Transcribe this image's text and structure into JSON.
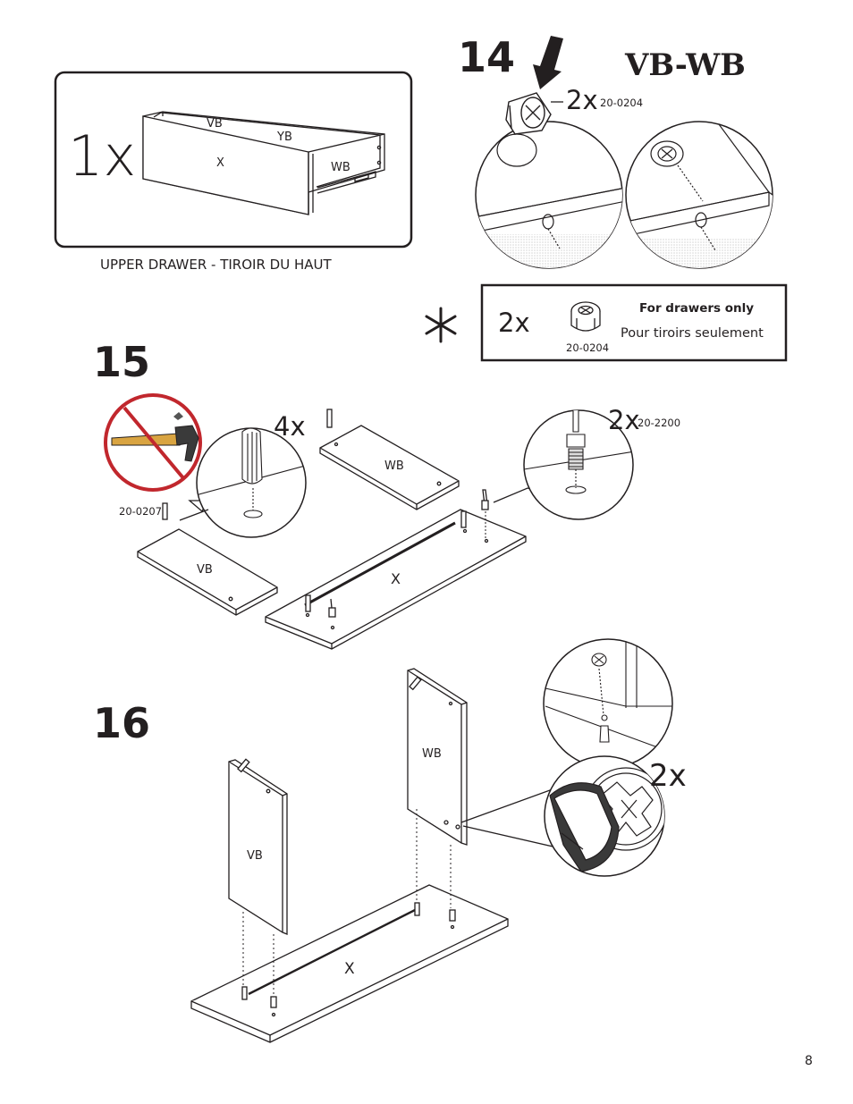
{
  "drawer_box": {
    "quantity": "1x",
    "labels": {
      "vb": "VB",
      "yb": "YB",
      "x": "X",
      "wb": "WB"
    },
    "caption": "UPPER DRAWER  -  TIROIR DU HAUT"
  },
  "step14": {
    "number": "14",
    "title": "VB-WB",
    "quantity": "2x",
    "part_code": "20-0204"
  },
  "note": {
    "quantity": "2x",
    "part_code": "20-0204",
    "text_en": "For drawers only",
    "text_fr": "Pour tiroirs seulement"
  },
  "step15": {
    "number": "15",
    "dowel_quantity": "4x",
    "dowel_code": "20-0207",
    "bolt_quantity": "2x",
    "bolt_code": "20-2200",
    "labels": {
      "wb": "WB",
      "vb": "VB",
      "x": "X"
    }
  },
  "step16": {
    "number": "16",
    "quantity": "2x",
    "labels": {
      "wb": "WB",
      "vb": "VB",
      "x": "X"
    }
  },
  "page_number": "8",
  "colors": {
    "ink": "#231f20",
    "prohibit": "#c1272d",
    "grey": "#bdbdbd"
  }
}
